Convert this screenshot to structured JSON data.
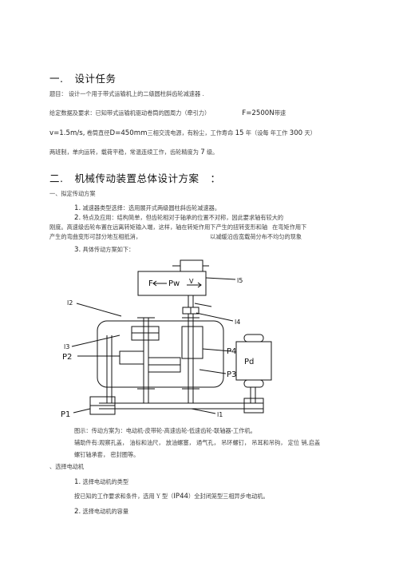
{
  "sec1": {
    "num": "一.",
    "title": "设计任务"
  },
  "topic": "题目： 设计一个用于带式运输机上的二级圆柱斜齿轮减速器 .",
  "req": {
    "a": "给定数据及要求：已知带式运输机驱动卷筒的圆周力（牵引力）",
    "force": "F=2500N",
    "b": "带速",
    "v": "v=1.5m/s,",
    "c": "卷筒直径",
    "d": "D=450mm",
    "e": "三相交流电源，有粉尘，工作寿命",
    "life": "15",
    "f": "年（设每 年工作",
    "days": "300",
    "g": "天）",
    "line3": "两班制，单向运转，载荷平稳，常温连续工作，齿轮精度为",
    "grade": "7",
    "h": "级。"
  },
  "sec2": {
    "num": "二.",
    "title": "机械传动装置总体设计方案",
    "tail": "："
  },
  "s2": {
    "head": "一、拟定传动方案",
    "p1n": "1.",
    "p1": "减速器类型选择：选用展开式两级圆柱斜齿轮减速器。",
    "p2n": "2.",
    "p2": "特点及应用：结构简单，但齿轮相对于轴承的位置不对称，因此要求轴有较大的",
    "p2b1": "刚度。高速级齿轮布置在远离转矩输入端，这样，轴在转矩作用下产生的扭转变形和轴",
    "p2b2": "在弯矩作用下",
    "p2c1": "产生的弯曲变形可部分地互相抵消，",
    "p2c2": "以减缓沿齿宽载荷分布不均匀的现象",
    "p3n": "3.",
    "p3": "具体传动方案如下："
  },
  "diagram": {
    "box_F": "F",
    "box_Pw": "Pw",
    "box_v": "V",
    "motor": "Pd",
    "l5": "l5",
    "l4": "l4",
    "l3": "l3",
    "l2": "l2",
    "l1": "l1",
    "p1": "P1",
    "p2": "P2",
    "p3": "P3",
    "p4": "P4"
  },
  "caption": {
    "c1": "图示：传动方案为：电动机-皮带轮-高速齿轮-低速齿轮-联轴器-工作机。",
    "c2": "辅助件有:观察孔盖，  油标和油尺，  放油螺塞，  通气孔，  吊环螺钉，  吊耳和吊钩，  定位 销,启盖",
    "c3": "螺钉轴承套，  密封圈等。"
  },
  "s3": {
    "head": "、选择电动机",
    "p1n": "1.",
    "p1": "选择电动机的类型",
    "p1b": "按已知的工作要求和条件，选用",
    "model": "Y",
    "p1c": "型（",
    "ip": "IP44",
    "p1d": "）全封闭笼型三相异步电动机。",
    "p2n": "2.",
    "p2": "选择电动机的容量"
  }
}
